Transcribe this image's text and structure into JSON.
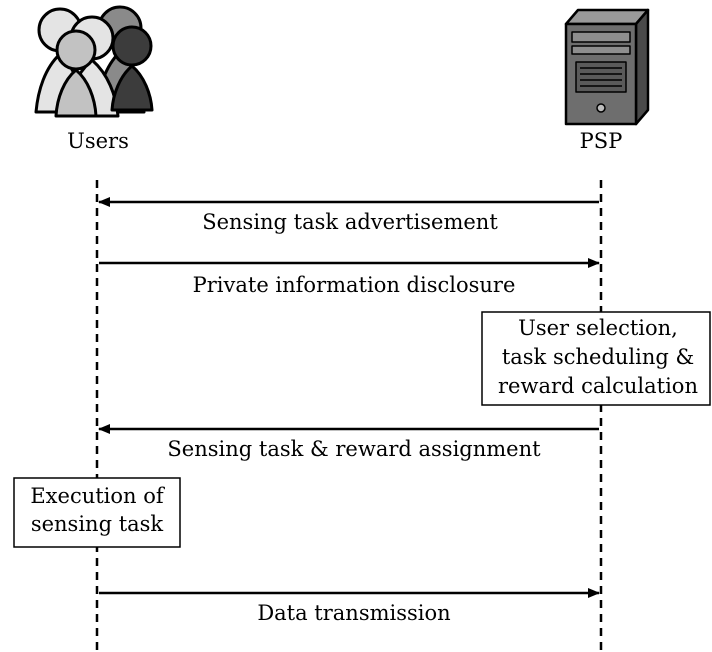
{
  "actors": {
    "users": {
      "label": "Users",
      "icon": "users-group-icon"
    },
    "psp": {
      "label": "PSP",
      "icon": "server-tower-icon"
    }
  },
  "messages": [
    {
      "id": "advertisement",
      "label": "Sensing task advertisement",
      "from": "psp",
      "to": "users"
    },
    {
      "id": "disclosure",
      "label": "Private information disclosure",
      "from": "users",
      "to": "psp"
    },
    {
      "id": "assignment",
      "label": "Sensing task & reward assignment",
      "from": "psp",
      "to": "users"
    },
    {
      "id": "transmission",
      "label": "Data transmission",
      "from": "users",
      "to": "psp"
    }
  ],
  "processes": {
    "psp": {
      "lines": [
        "User selection,",
        "task scheduling &",
        "reward calculation"
      ]
    },
    "users": {
      "lines": [
        "Execution of",
        "sensing task"
      ]
    }
  },
  "colors": {
    "line": "#000000",
    "background": "#ffffff",
    "person_light": "#e4e4e4",
    "person_mid": "#c2c2c2",
    "person_gray": "#8a8a8a",
    "person_dark": "#3c3c3c",
    "server_body": "#6e6e6e"
  }
}
